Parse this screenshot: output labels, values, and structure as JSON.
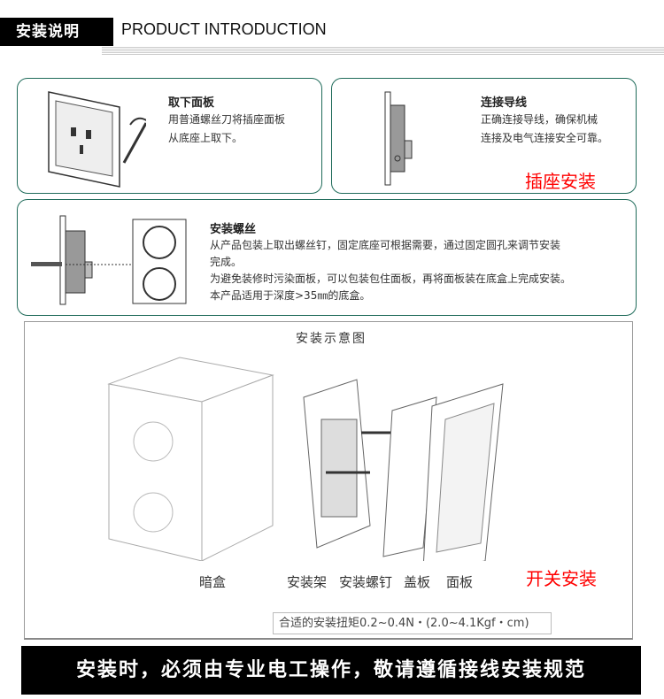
{
  "header": {
    "badge": "安装说明",
    "title": "PRODUCT INTRODUCTION"
  },
  "cards": [
    {
      "title": "取下面板",
      "lines": [
        "用普通螺丝刀将插座面板",
        "从底座上取下。"
      ]
    },
    {
      "title": "连接导线",
      "lines": [
        "正确连接导线，确保机械",
        "连接及电气连接安全可靠。"
      ],
      "note": "插座安装"
    },
    {
      "title": "安装螺丝",
      "lines": [
        "从产品包装上取出螺丝钉，固定底座可根据需要，通过固定圆孔来调节安装",
        "完成。",
        "为避免装修时污染面板，可以包装包住面板，再将面板装在底盒上完成安装。",
        "本产品适用于深度>35㎜的底盒。"
      ]
    }
  ],
  "diagram": {
    "title": "安装示意图",
    "labels": [
      "暗盒",
      "安装架",
      "安装螺钉",
      "盖板",
      "面板"
    ],
    "note": "开关安装",
    "torque": "合适的安装扭矩0.2~0.4N・(2.0~4.1Kgf・cm)"
  },
  "footer": "安装时，必须由专业电工操作，敬请遵循接线安装规范",
  "colors": {
    "card_border": "#1f6b5a",
    "note": "#ff0000"
  }
}
